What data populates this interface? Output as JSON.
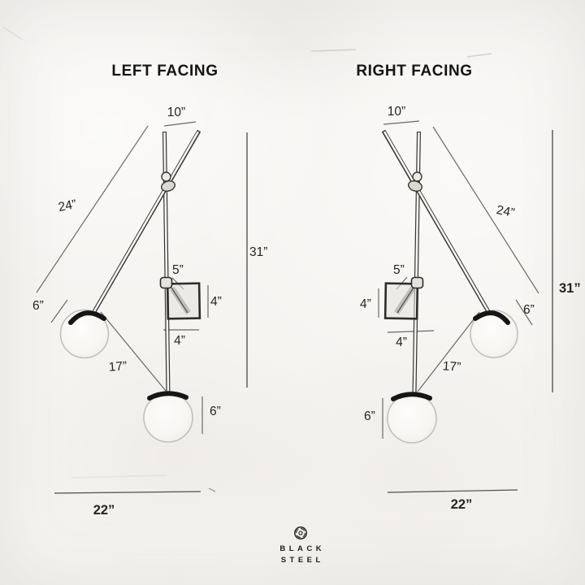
{
  "meta": {
    "paper_color": "#f6f4f1",
    "ink_color": "#141414",
    "rod_edge_color": "#35332f",
    "dim_line_color": "#6b6966",
    "globe_outline_color": "#c3c0ba"
  },
  "views": {
    "left": {
      "title": "LEFT FACING",
      "dims": {
        "top_width": "10”",
        "diagonal_rod": "24”",
        "overall_height": "31”",
        "upper_globe_dia": "6”",
        "canopy_top": "5”",
        "canopy_side": "4”",
        "canopy_bottom": "4”",
        "drop_rod": "17”",
        "lower_globe_dia": "6”",
        "overall_width": "22”"
      }
    },
    "right": {
      "title": "RIGHT FACING",
      "dims": {
        "top_width": "10”",
        "diagonal_rod": "24”",
        "overall_height": "31”",
        "upper_globe_dia": "6”",
        "canopy_top": "5”",
        "canopy_side": "4”",
        "canopy_bottom": "4”",
        "drop_rod": "17”",
        "lower_globe_dia": "6”",
        "overall_width": "22”"
      }
    }
  },
  "brand": {
    "word1": "BLACK",
    "word2": "STEEL",
    "icon": "circular-knot-icon"
  }
}
